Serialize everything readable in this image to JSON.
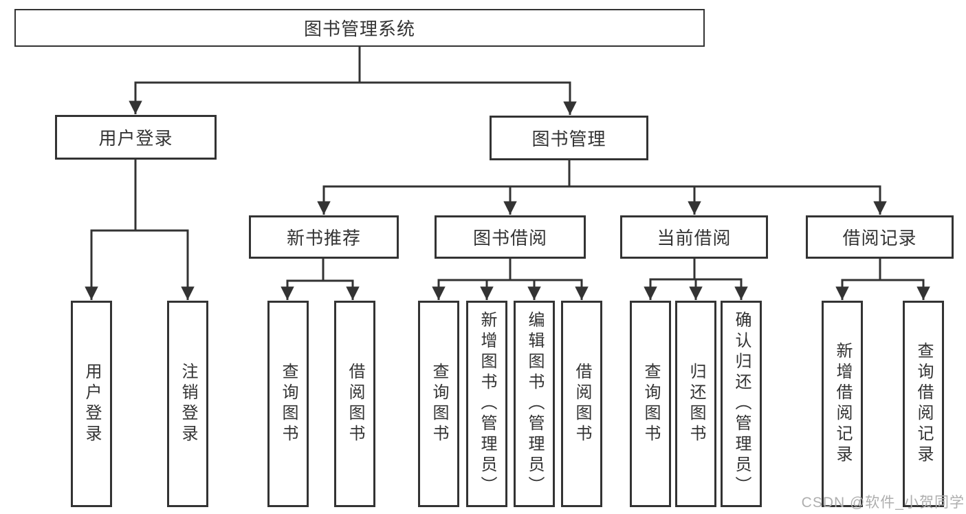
{
  "colors": {
    "line": "#333333",
    "text": "#333333",
    "background": "#ffffff",
    "watermark": "#aeaeae"
  },
  "tree": {
    "label": "图书管理系统",
    "children": [
      {
        "label": "用户登录",
        "children": [
          {
            "label": "用户登录"
          },
          {
            "label": "注销登录"
          }
        ]
      },
      {
        "label": "图书管理",
        "children": [
          {
            "label": "新书推荐",
            "children": [
              {
                "label": "查询图书"
              },
              {
                "label": "借阅图书"
              }
            ]
          },
          {
            "label": "图书借阅",
            "children": [
              {
                "label": "查询图书"
              },
              {
                "label": "新增图书（管理员）"
              },
              {
                "label": "编辑图书（管理员）"
              },
              {
                "label": "借阅图书"
              }
            ]
          },
          {
            "label": "当前借阅",
            "children": [
              {
                "label": "查询图书"
              },
              {
                "label": "归还图书"
              },
              {
                "label": "确认归还（管理员）"
              }
            ]
          },
          {
            "label": "借阅记录",
            "children": [
              {
                "label": "新增借阅记录"
              },
              {
                "label": "查询借阅记录"
              }
            ]
          }
        ]
      }
    ]
  },
  "watermark": {
    "text": "CSDN @软件_小贺同学"
  }
}
